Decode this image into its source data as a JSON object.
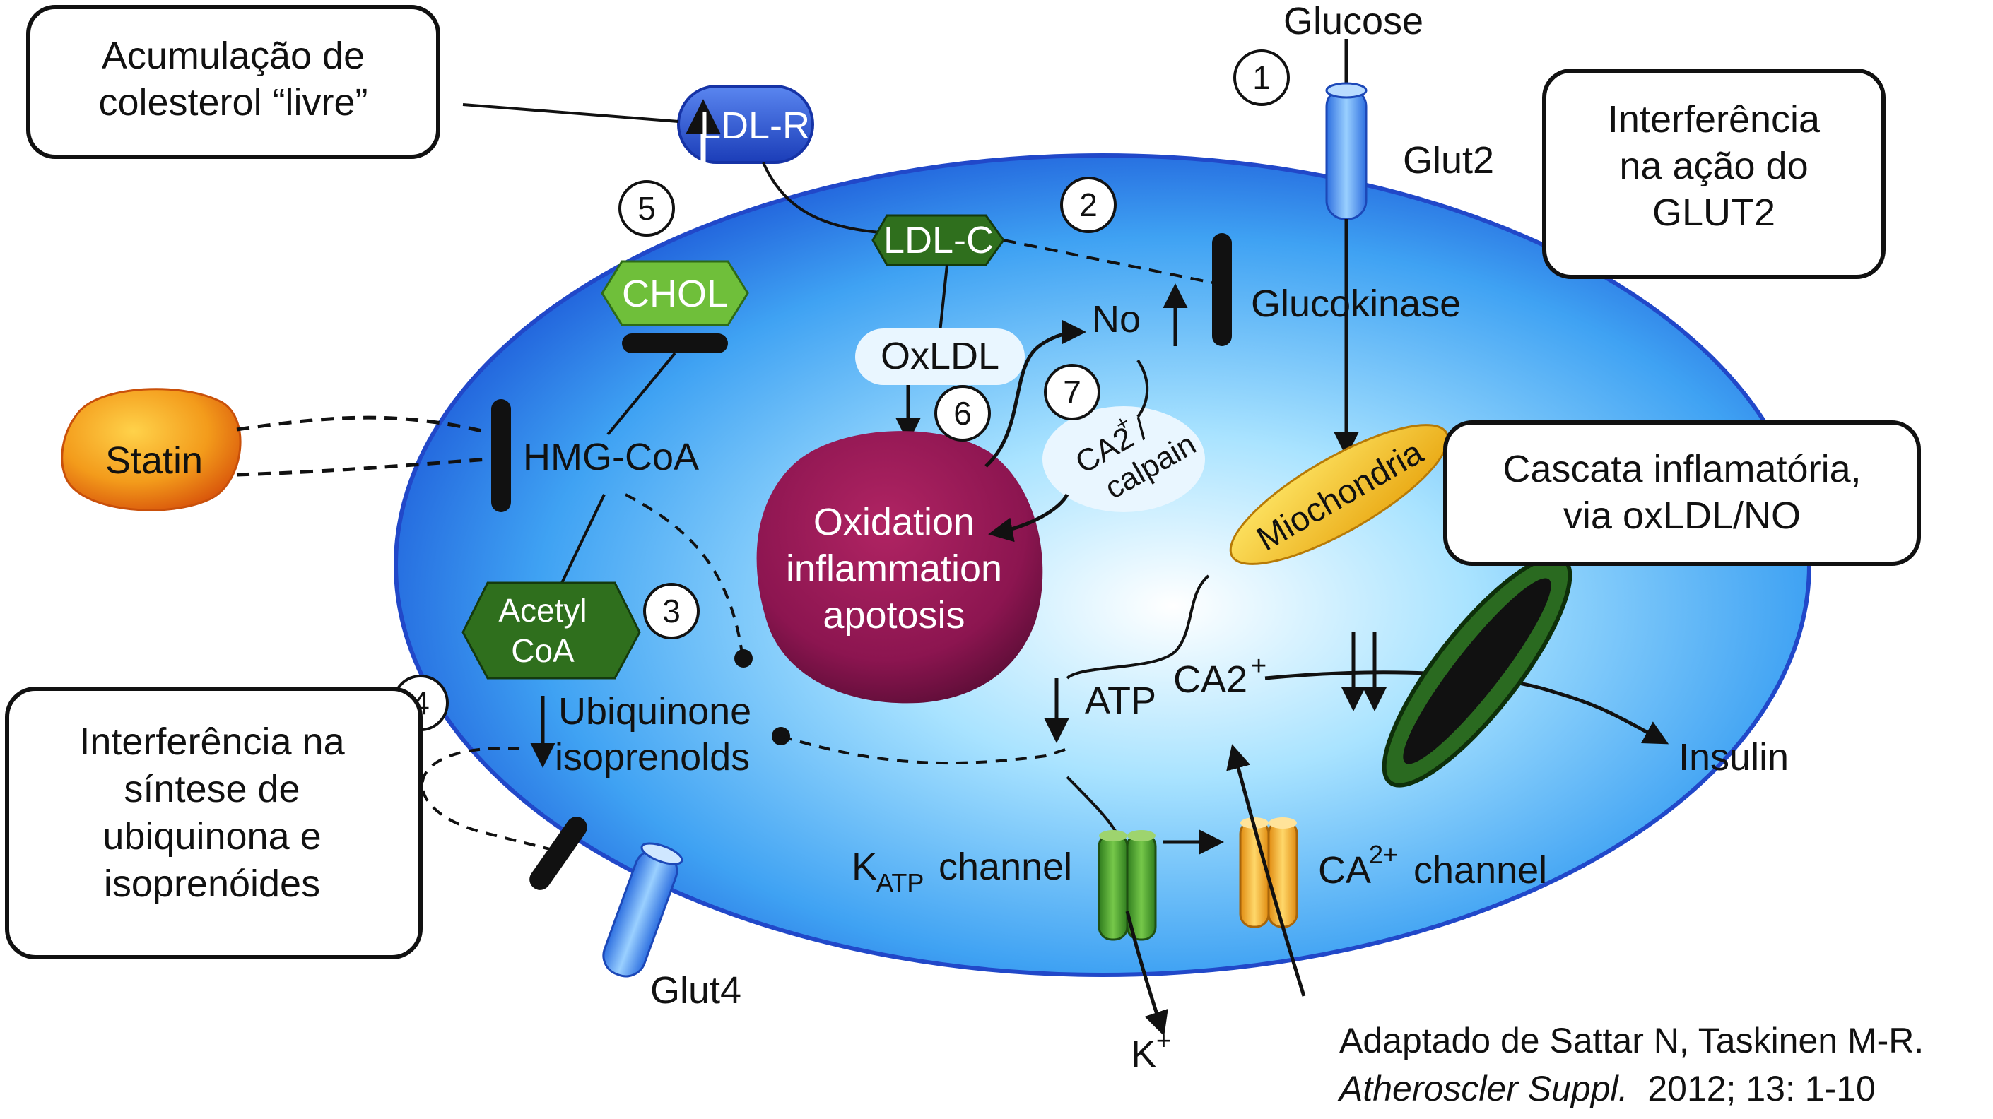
{
  "callouts": {
    "free_cholesterol": [
      "Acumulação de",
      "colesterol “livre”"
    ],
    "glut2_interference": [
      "Interferência",
      "na ação do",
      "GLUT2"
    ],
    "inflammatory_cascade": [
      "Cascata inflamatória,",
      "via oxLDL/NO"
    ],
    "ubiquinone_interference": [
      "Interferência na",
      "síntese de",
      "ubiquinona e",
      "isoprenóides"
    ]
  },
  "molecules": {
    "glucose": "Glucose",
    "glut2": "Glut2",
    "glucokinase": "Glucokinase",
    "ldl_r": "LDL-R",
    "ldl_c": "LDL-C",
    "chol": "CHOL",
    "oxldl": "OxLDL",
    "no": "No",
    "ca_calpain": [
      "CA2",
      "+",
      "/",
      "calpain"
    ],
    "statin": "Statin",
    "hmg_coa": "HMG-CoA",
    "acetyl_coa": [
      "Acetyl",
      "CoA"
    ],
    "ubiquinone": [
      "Ubiquinone",
      "isoprenolds"
    ],
    "nucleus": [
      "Oxidation",
      "inflammation",
      "apotosis"
    ],
    "mitochondria": "Miochondria",
    "atp": "ATP",
    "ca2": "CA2",
    "ca2_sup": "+",
    "insulin": "Insulin",
    "katp": [
      "K",
      "ATP",
      "channel"
    ],
    "ca_channel": [
      "CA",
      "2+",
      " channel"
    ],
    "glut4": "Glut4",
    "k_plus": [
      "K",
      "+"
    ]
  },
  "steps": [
    "1",
    "2",
    "3",
    "4",
    "5",
    "6",
    "7"
  ],
  "citation": {
    "line1": "Adaptado de Sattar N, Taskinen M-R.",
    "journal": "Atheroscler Suppl.",
    "details": "  2012; 13: 1-10"
  },
  "colors": {
    "cell_fill": "#2f8ff0",
    "cell_edge": "#1f4fd6",
    "nucleus": "#8e1551",
    "chol": "#6fbf3a",
    "acetyl": "#2f6f1d",
    "statin": "#f08a10",
    "mitochondria": "#f1c40f",
    "ldl_r": "#2d4fd0"
  }
}
